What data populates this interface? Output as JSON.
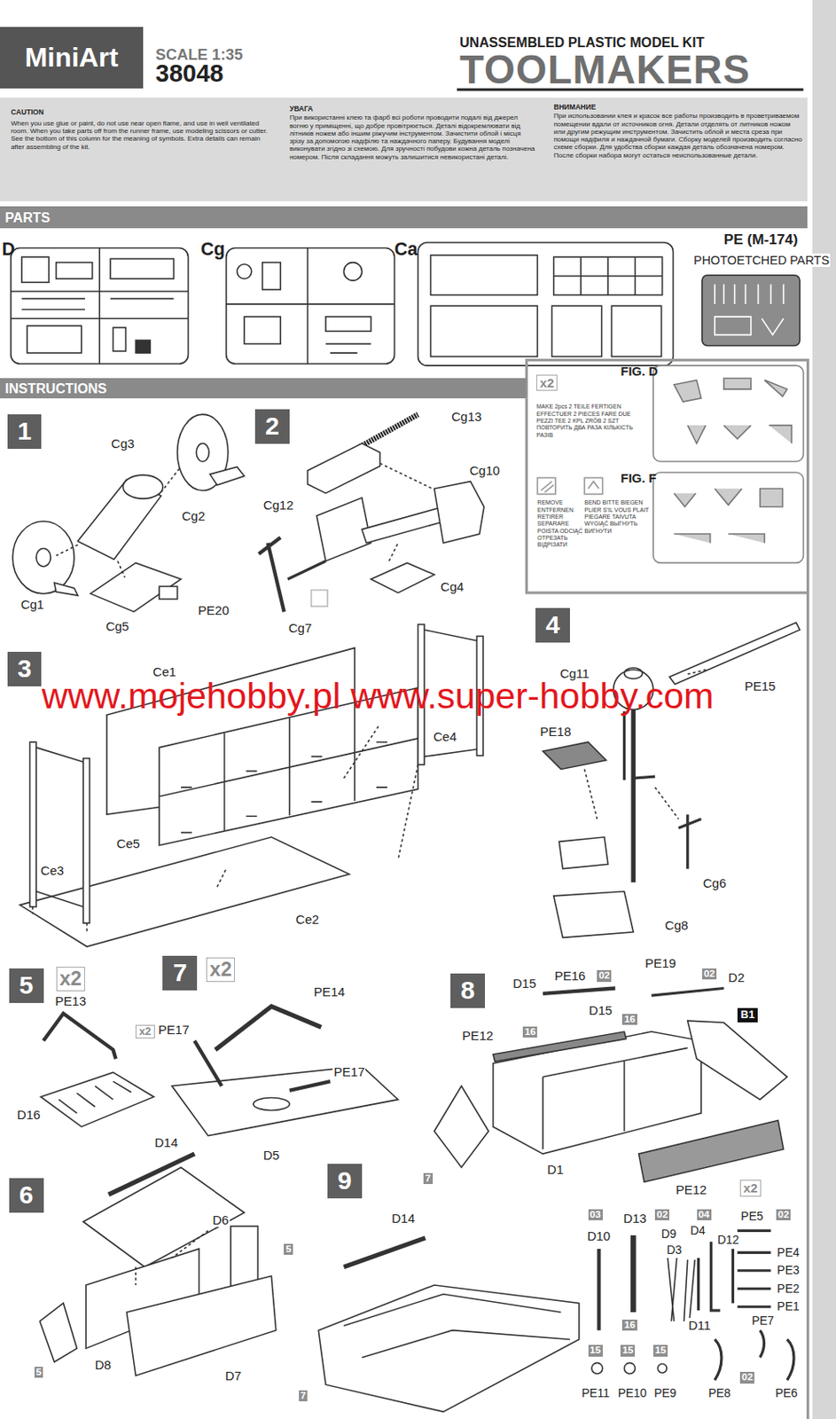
{
  "diagram": {
    "title": "TOOLMAKERS",
    "nodes": [
      {
        "text": [
          "MiniArt"
        ]
      },
      {
        "text": [
          "CAUTION",
          "When you use glue or paint, do not use near open flame, and use in well ventilated room. When you take parts off from the runner frame, use modeling scissors or cutter. See the bottom of this column for the meaning of symbols. Extra details can remain after assembling of the kit.",
          "УВАГА",
          "При використанні клею та фарб всі роботи проводити подалі від джерел вогню у приміщенні, що добре провітрюється. Деталі відокремлювати від літників ножем або іншим ріжучим інструментом. Зачистити облой і місця зрізу за допомогою надфілю та наждачного паперу. Будування моделі виконувати згідно зі схемою. Для зручності побудови кожна деталь позначена номером. Після складання можуть залишитися невикористані деталі.",
          "ВНИМАНИЕ",
          "При использовании клея и красок все работы производить в проветриваемом помещении вдали от источников огня. Детали отделять от литников ножом или другим режущим инструментом. Зачистить облой и места среза при помощи надфиля и наждачной бумаги. Сборку моделей производить согласно схеме сборки. Для удобства сборки каждая деталь обозначена номером. После сборки набора могут остаться неиспользованные детали."
        ]
      },
      {
        "text": [
          "PARTS"
        ]
      },
      {
        "text": [
          "INSTRUCTIONS"
        ]
      },
      {
        "text": [
          "1"
        ]
      },
      {
        "text": [
          "2"
        ]
      },
      {
        "text": [
          "3"
        ]
      },
      {
        "text": [
          "4"
        ]
      },
      {
        "text": [
          "5"
        ]
      },
      {
        "text": [
          "7"
        ]
      },
      {
        "text": [
          "8"
        ]
      },
      {
        "text": [
          "6"
        ]
      },
      {
        "text": [
          "9"
        ]
      }
    ],
    "labels": [
      "SCALE 1:35",
      "38048",
      "UNASSEMBLED PLASTIC MODEL KIT",
      "D",
      "Cg",
      "Ca",
      "PE (M-174)",
      "PHOTOETCHED PARTS",
      "x2",
      "MAKE 2pcs 2 TEILE FERTIGEN EFFECTUER 2 PIECES FARE DUE PEZZI TEE 2 KPL ZRÓB 2 SZT ПОВТОРИТЬ ДВА РАЗА КІЛЬКІСТЬ РАЗІВ",
      "FIG. D",
      "REMOVE ENTFERNEN RETIRER SEPARARE POISTA ODCIĄĆ ОТРЕЗАТЬ ВІДРІЗАТИ",
      "BEND BITTE BIEGEN PLIER S'IL VOUS PLAIT PIEGARE TAIVUTA WYGIĄĆ ВЫГНУТЬ ВИГНУТИ",
      "FIG. F",
      "Cg3",
      "Cg2",
      "Cg1",
      "Cg5",
      "PE20",
      "Cg13",
      "Cg10",
      "Cg12",
      "Cg4",
      "Cg7",
      "Ce1",
      "Ce4",
      "Ce3",
      "Ce5",
      "Ce2",
      "Cg11",
      "PE15",
      "PE18",
      "Cg6",
      "Cg8",
      "www.mojehobby.pl www.super-hobby.com",
      "x2",
      "PE13",
      "D16",
      "x2",
      "x2",
      "PE17",
      "PE14",
      "PE17",
      "D5",
      "D15",
      "PE16",
      "02",
      "PE19",
      "02",
      "D2",
      "B1",
      "16",
      "D15",
      "16",
      "PE12",
      "7",
      "D1",
      "PE12",
      "x2",
      "D14",
      "D6",
      "5",
      "D8",
      "D7",
      "5",
      "D14",
      "7",
      "03",
      "D10",
      "D13",
      "02",
      "D9",
      "D3",
      "04",
      "D4",
      "D12",
      "PE5",
      "02",
      "PE4",
      "PE3",
      "PE2",
      "PE1",
      "D11",
      "PE7",
      "16",
      "15",
      "15",
      "15",
      "PE11",
      "PE10",
      "PE9",
      "PE8",
      "02",
      "PE6"
    ]
  }
}
